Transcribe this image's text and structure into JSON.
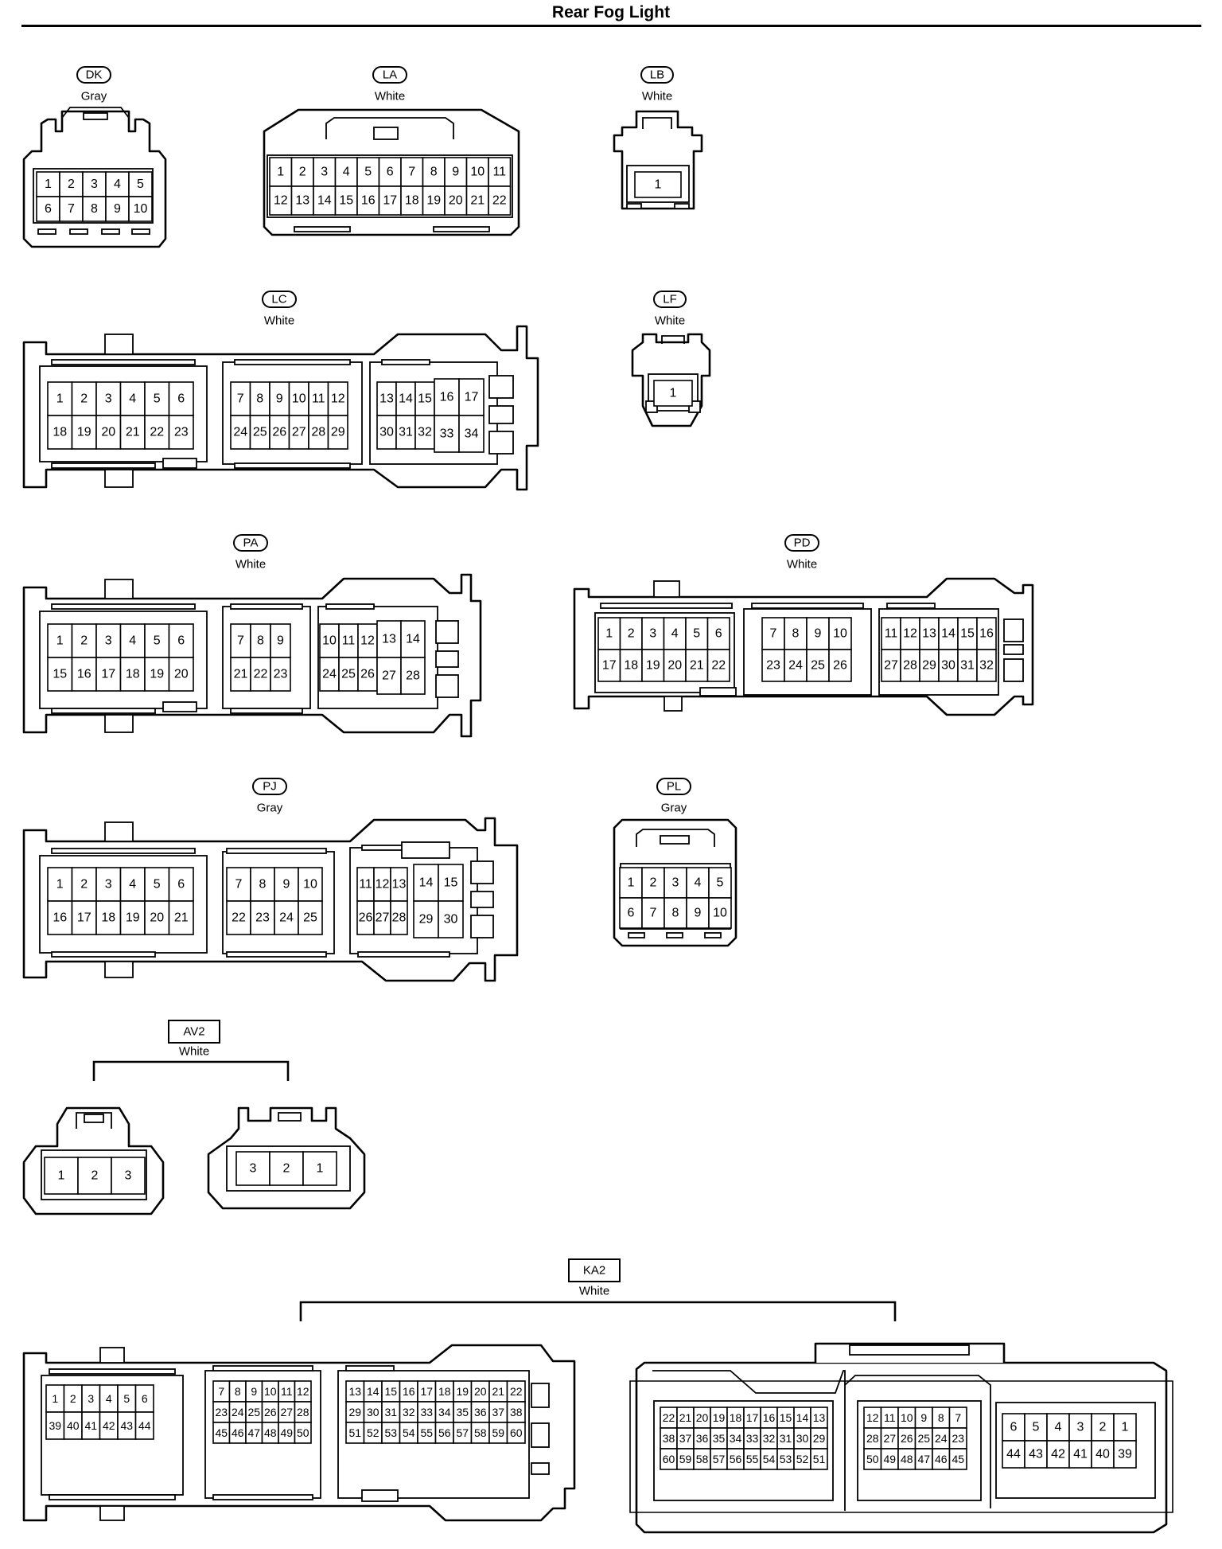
{
  "title": "Rear Fog Light",
  "connectors": [
    {
      "id": "DK",
      "color": "Gray",
      "rows": [
        [
          1,
          2,
          3,
          4,
          5
        ],
        [
          6,
          7,
          8,
          9,
          10
        ]
      ]
    },
    {
      "id": "LA",
      "color": "White",
      "rows": [
        [
          1,
          2,
          3,
          4,
          5,
          6,
          7,
          8,
          9,
          10,
          11
        ],
        [
          12,
          13,
          14,
          15,
          16,
          17,
          18,
          19,
          20,
          21,
          22
        ]
      ]
    },
    {
      "id": "LB",
      "color": "White",
      "rows": [
        [
          1
        ]
      ]
    },
    {
      "id": "LC",
      "color": "White",
      "groups": [
        {
          "rows": [
            [
              1,
              2,
              3,
              4,
              5,
              6
            ],
            [
              18,
              19,
              20,
              21,
              22,
              23
            ]
          ]
        },
        {
          "rows": [
            [
              7,
              8,
              9,
              10,
              11,
              12
            ],
            [
              24,
              25,
              26,
              27,
              28,
              29
            ]
          ]
        },
        {
          "rows": [
            [
              13,
              14,
              15
            ],
            [
              30,
              31,
              32
            ]
          ]
        },
        {
          "rows": [
            [
              16,
              17
            ],
            [
              33,
              34
            ]
          ]
        }
      ]
    },
    {
      "id": "LF",
      "color": "White",
      "rows": [
        [
          1
        ]
      ]
    },
    {
      "id": "PA",
      "color": "White",
      "groups": [
        {
          "rows": [
            [
              1,
              2,
              3,
              4,
              5,
              6
            ],
            [
              15,
              16,
              17,
              18,
              19,
              20
            ]
          ]
        },
        {
          "rows": [
            [
              7,
              8,
              9
            ],
            [
              21,
              22,
              23
            ]
          ]
        },
        {
          "rows": [
            [
              10,
              11,
              12
            ],
            [
              24,
              25,
              26
            ]
          ]
        },
        {
          "rows": [
            [
              13,
              14
            ],
            [
              27,
              28
            ]
          ]
        }
      ]
    },
    {
      "id": "PD",
      "color": "White",
      "groups": [
        {
          "rows": [
            [
              1,
              2,
              3,
              4,
              5,
              6
            ],
            [
              17,
              18,
              19,
              20,
              21,
              22
            ]
          ]
        },
        {
          "rows": [
            [
              7,
              8,
              9,
              10
            ],
            [
              23,
              24,
              25,
              26
            ]
          ]
        },
        {
          "rows": [
            [
              11,
              12,
              13,
              14,
              15,
              16
            ],
            [
              27,
              28,
              29,
              30,
              31,
              32
            ]
          ]
        }
      ]
    },
    {
      "id": "PJ",
      "color": "Gray",
      "groups": [
        {
          "rows": [
            [
              1,
              2,
              3,
              4,
              5,
              6
            ],
            [
              16,
              17,
              18,
              19,
              20,
              21
            ]
          ]
        },
        {
          "rows": [
            [
              7,
              8,
              9,
              10
            ],
            [
              22,
              23,
              24,
              25
            ]
          ]
        },
        {
          "rows": [
            [
              11,
              12,
              13
            ],
            [
              26,
              27,
              28
            ]
          ]
        },
        {
          "rows": [
            [
              14,
              15
            ],
            [
              29,
              30
            ]
          ]
        }
      ]
    },
    {
      "id": "PL",
      "color": "Gray",
      "rows": [
        [
          1,
          2,
          3,
          4,
          5
        ],
        [
          6,
          7,
          8,
          9,
          10
        ]
      ]
    },
    {
      "id": "AV2",
      "color": "White",
      "parts": [
        {
          "rows": [
            [
              1,
              2,
              3
            ]
          ]
        },
        {
          "rows": [
            [
              3,
              2,
              1
            ]
          ]
        }
      ]
    },
    {
      "id": "KA2",
      "color": "White",
      "parts": [
        {
          "groups": [
            {
              "rows": [
                [
                  1,
                  2,
                  3,
                  4,
                  5,
                  6
                ],
                [
                  39,
                  40,
                  41,
                  42,
                  43,
                  44
                ]
              ]
            },
            {
              "rows": [
                [
                  7,
                  8,
                  9,
                  10,
                  11,
                  12
                ],
                [
                  23,
                  24,
                  25,
                  26,
                  27,
                  28
                ],
                [
                  45,
                  46,
                  47,
                  48,
                  49,
                  50
                ]
              ]
            },
            {
              "rows": [
                [
                  13,
                  14,
                  15,
                  16,
                  17,
                  18,
                  19,
                  20,
                  21,
                  22
                ],
                [
                  29,
                  30,
                  31,
                  32,
                  33,
                  34,
                  35,
                  36,
                  37,
                  38
                ],
                [
                  51,
                  52,
                  53,
                  54,
                  55,
                  56,
                  57,
                  58,
                  59,
                  60
                ]
              ]
            }
          ]
        },
        {
          "groups": [
            {
              "rows": [
                [
                  22,
                  21,
                  20,
                  19,
                  18,
                  17,
                  16,
                  15,
                  14,
                  13
                ],
                [
                  38,
                  37,
                  36,
                  35,
                  34,
                  33,
                  32,
                  31,
                  30,
                  29
                ],
                [
                  60,
                  59,
                  58,
                  57,
                  56,
                  55,
                  54,
                  53,
                  52,
                  51
                ]
              ]
            },
            {
              "rows": [
                [
                  12,
                  11,
                  10,
                  9,
                  8,
                  7
                ],
                [
                  28,
                  27,
                  26,
                  25,
                  24,
                  23
                ],
                [
                  50,
                  49,
                  48,
                  47,
                  46,
                  45
                ]
              ]
            },
            {
              "rows": [
                [
                  6,
                  5,
                  4,
                  3,
                  2,
                  1
                ],
                [
                  44,
                  43,
                  42,
                  41,
                  40,
                  39
                ]
              ]
            }
          ]
        }
      ]
    }
  ]
}
